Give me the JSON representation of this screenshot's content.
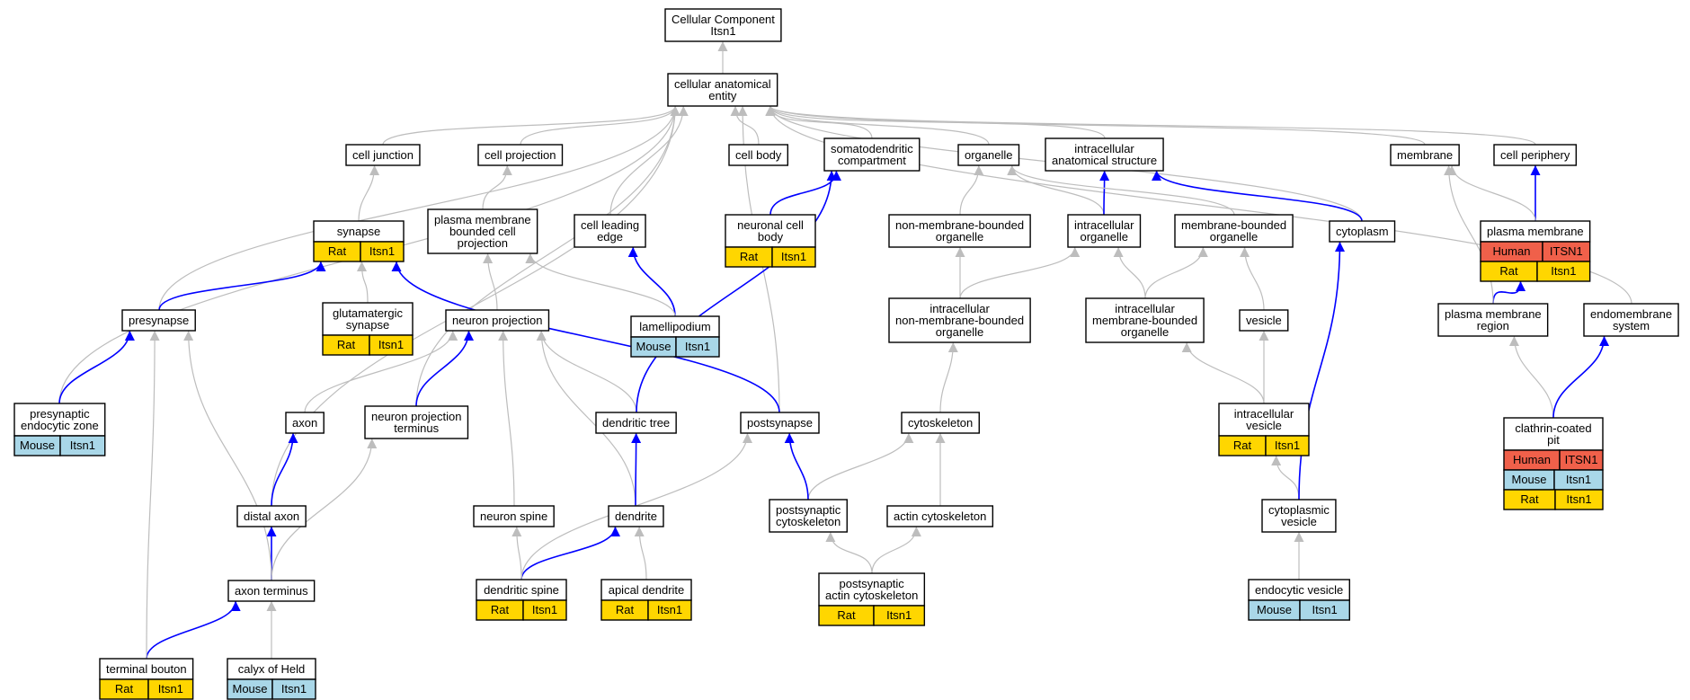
{
  "colors": {
    "regulated": "#0000ff",
    "is_a": "#bdbdbd",
    "Human": "#f0604a",
    "Mouse": "#a9d7e8",
    "Rat": "#ffd600"
  },
  "nodes": {
    "cc": {
      "lines": [
        "Cellular Component",
        "Itsn1"
      ]
    },
    "cae": {
      "lines": [
        "cellular anatomical",
        "entity"
      ]
    },
    "cj": {
      "lines": [
        "cell junction"
      ]
    },
    "cp": {
      "lines": [
        "cell projection"
      ]
    },
    "cb": {
      "lines": [
        "cell body"
      ]
    },
    "sdc": {
      "lines": [
        "somatodendritic",
        "compartment"
      ]
    },
    "org": {
      "lines": [
        "organelle"
      ]
    },
    "ias": {
      "lines": [
        "intracellular",
        "anatomical structure"
      ]
    },
    "mem": {
      "lines": [
        "membrane"
      ]
    },
    "cper": {
      "lines": [
        "cell periphery"
      ]
    },
    "syn": {
      "lines": [
        "synapse"
      ],
      "tags": [
        [
          "Rat",
          "Itsn1"
        ]
      ]
    },
    "pmbcp": {
      "lines": [
        "plasma membrane",
        "bounded cell",
        "projection"
      ]
    },
    "cle": {
      "lines": [
        "cell leading",
        "edge"
      ]
    },
    "ncb": {
      "lines": [
        "neuronal cell",
        "body"
      ],
      "tags": [
        [
          "Rat",
          "Itsn1"
        ]
      ]
    },
    "nmbo": {
      "lines": [
        "non-membrane-bounded",
        "organelle"
      ]
    },
    "io": {
      "lines": [
        "intracellular",
        "organelle"
      ]
    },
    "mbo": {
      "lines": [
        "membrane-bounded",
        "organelle"
      ]
    },
    "cyto": {
      "lines": [
        "cytoplasm"
      ]
    },
    "pm": {
      "lines": [
        "plasma membrane"
      ],
      "tags": [
        [
          "Human",
          "ITSN1"
        ],
        [
          "Rat",
          "Itsn1"
        ]
      ]
    },
    "gsyn": {
      "lines": [
        "glutamatergic",
        "synapse"
      ],
      "tags": [
        [
          "Rat",
          "Itsn1"
        ]
      ]
    },
    "lam": {
      "lines": [
        "lamellipodium"
      ],
      "tags": [
        [
          "Mouse",
          "Itsn1"
        ]
      ]
    },
    "pres": {
      "lines": [
        "presynapse"
      ]
    },
    "np": {
      "lines": [
        "neuron projection"
      ]
    },
    "inmbo": {
      "lines": [
        "intracellular",
        "non-membrane-bounded",
        "organelle"
      ]
    },
    "imbo": {
      "lines": [
        "intracellular",
        "membrane-bounded",
        "organelle"
      ]
    },
    "ves": {
      "lines": [
        "vesicle"
      ]
    },
    "pmr": {
      "lines": [
        "plasma membrane",
        "region"
      ]
    },
    "endo": {
      "lines": [
        "endomembrane",
        "system"
      ]
    },
    "pez": {
      "lines": [
        "presynaptic",
        "endocytic zone"
      ],
      "tags": [
        [
          "Mouse",
          "Itsn1"
        ]
      ]
    },
    "axon": {
      "lines": [
        "axon"
      ]
    },
    "npt": {
      "lines": [
        "neuron projection",
        "terminus"
      ]
    },
    "dtree": {
      "lines": [
        "dendritic tree"
      ]
    },
    "posts": {
      "lines": [
        "postsynapse"
      ]
    },
    "cytosk": {
      "lines": [
        "cytoskeleton"
      ]
    },
    "iv": {
      "lines": [
        "intracellular",
        "vesicle"
      ],
      "tags": [
        [
          "Rat",
          "Itsn1"
        ]
      ]
    },
    "ccp": {
      "lines": [
        "clathrin-coated",
        "pit"
      ],
      "tags": [
        [
          "Human",
          "ITSN1"
        ],
        [
          "Mouse",
          "Itsn1"
        ],
        [
          "Rat",
          "Itsn1"
        ]
      ]
    },
    "daxon": {
      "lines": [
        "distal axon"
      ]
    },
    "nspine": {
      "lines": [
        "neuron spine"
      ]
    },
    "dend": {
      "lines": [
        "dendrite"
      ]
    },
    "psc": {
      "lines": [
        "postsynaptic",
        "cytoskeleton"
      ]
    },
    "actin": {
      "lines": [
        "actin cytoskeleton"
      ]
    },
    "cv": {
      "lines": [
        "cytoplasmic",
        "vesicle"
      ]
    },
    "at": {
      "lines": [
        "axon terminus"
      ]
    },
    "dspine": {
      "lines": [
        "dendritic spine"
      ],
      "tags": [
        [
          "Rat",
          "Itsn1"
        ]
      ]
    },
    "apd": {
      "lines": [
        "apical dendrite"
      ],
      "tags": [
        [
          "Rat",
          "Itsn1"
        ]
      ]
    },
    "paca": {
      "lines": [
        "postsynaptic",
        "actin cytoskeleton"
      ],
      "tags": [
        [
          "Rat",
          "Itsn1"
        ]
      ]
    },
    "ev": {
      "lines": [
        "endocytic vesicle"
      ],
      "tags": [
        [
          "Mouse",
          "Itsn1"
        ]
      ]
    },
    "tb": {
      "lines": [
        "terminal bouton"
      ],
      "tags": [
        [
          "Rat",
          "Itsn1"
        ]
      ]
    },
    "coh": {
      "lines": [
        "calyx of Held"
      ],
      "tags": [
        [
          "Mouse",
          "Itsn1"
        ]
      ]
    }
  },
  "edges": [
    [
      "cae",
      "cc",
      "is_a"
    ],
    [
      "cj",
      "cae",
      "is_a"
    ],
    [
      "cp",
      "cae",
      "is_a"
    ],
    [
      "cb",
      "cae",
      "is_a"
    ],
    [
      "sdc",
      "cae",
      "is_a"
    ],
    [
      "org",
      "cae",
      "is_a"
    ],
    [
      "ias",
      "cae",
      "is_a"
    ],
    [
      "mem",
      "cae",
      "is_a"
    ],
    [
      "cper",
      "cae",
      "is_a"
    ],
    [
      "cle",
      "cae",
      "is_a"
    ],
    [
      "pres",
      "cae",
      "is_a"
    ],
    [
      "pez",
      "cae",
      "is_a"
    ],
    [
      "daxon",
      "cae",
      "is_a"
    ],
    [
      "npt",
      "cae",
      "is_a"
    ],
    [
      "posts",
      "cae",
      "is_a"
    ],
    [
      "cyto",
      "cae",
      "is_a"
    ],
    [
      "endo",
      "cae",
      "is_a"
    ],
    [
      "syn",
      "cj",
      "is_a"
    ],
    [
      "pmbcp",
      "cp",
      "is_a"
    ],
    [
      "ncb",
      "sdc",
      "regulated"
    ],
    [
      "nmbo",
      "org",
      "is_a"
    ],
    [
      "io",
      "org",
      "is_a"
    ],
    [
      "io",
      "ias",
      "regulated"
    ],
    [
      "mbo",
      "org",
      "is_a"
    ],
    [
      "cyto",
      "ias",
      "regulated"
    ],
    [
      "pm",
      "cper",
      "regulated"
    ],
    [
      "pm",
      "mem",
      "is_a"
    ],
    [
      "gsyn",
      "syn",
      "is_a"
    ],
    [
      "lam",
      "cle",
      "regulated"
    ],
    [
      "lam",
      "pmbcp",
      "is_a"
    ],
    [
      "pres",
      "syn",
      "regulated"
    ],
    [
      "posts",
      "syn",
      "regulated"
    ],
    [
      "np",
      "pmbcp",
      "is_a"
    ],
    [
      "inmbo",
      "nmbo",
      "is_a"
    ],
    [
      "inmbo",
      "io",
      "is_a"
    ],
    [
      "imbo",
      "io",
      "is_a"
    ],
    [
      "imbo",
      "mbo",
      "is_a"
    ],
    [
      "ves",
      "mbo",
      "is_a"
    ],
    [
      "pmr",
      "pm",
      "regulated"
    ],
    [
      "pmr",
      "mem",
      "is_a"
    ],
    [
      "pez",
      "pres",
      "regulated"
    ],
    [
      "axon",
      "np",
      "is_a"
    ],
    [
      "npt",
      "np",
      "regulated"
    ],
    [
      "dtree",
      "np",
      "is_a"
    ],
    [
      "dtree",
      "sdc",
      "regulated"
    ],
    [
      "cytosk",
      "inmbo",
      "is_a"
    ],
    [
      "iv",
      "imbo",
      "is_a"
    ],
    [
      "iv",
      "ves",
      "is_a"
    ],
    [
      "ccp",
      "pmr",
      "is_a"
    ],
    [
      "ccp",
      "endo",
      "regulated"
    ],
    [
      "daxon",
      "axon",
      "regulated"
    ],
    [
      "nspine",
      "np",
      "is_a"
    ],
    [
      "dend",
      "np",
      "is_a"
    ],
    [
      "dend",
      "dtree",
      "regulated"
    ],
    [
      "psc",
      "cytosk",
      "is_a"
    ],
    [
      "psc",
      "posts",
      "regulated"
    ],
    [
      "actin",
      "cytosk",
      "is_a"
    ],
    [
      "cv",
      "iv",
      "is_a"
    ],
    [
      "cv",
      "cyto",
      "regulated"
    ],
    [
      "at",
      "daxon",
      "regulated"
    ],
    [
      "at",
      "npt",
      "is_a"
    ],
    [
      "at",
      "pres",
      "is_a"
    ],
    [
      "dspine",
      "dend",
      "regulated"
    ],
    [
      "dspine",
      "nspine",
      "is_a"
    ],
    [
      "dspine",
      "posts",
      "is_a"
    ],
    [
      "apd",
      "dend",
      "is_a"
    ],
    [
      "paca",
      "psc",
      "is_a"
    ],
    [
      "paca",
      "actin",
      "is_a"
    ],
    [
      "ev",
      "cv",
      "is_a"
    ],
    [
      "tb",
      "at",
      "regulated"
    ],
    [
      "tb",
      "pres",
      "is_a"
    ],
    [
      "coh",
      "at",
      "is_a"
    ]
  ]
}
